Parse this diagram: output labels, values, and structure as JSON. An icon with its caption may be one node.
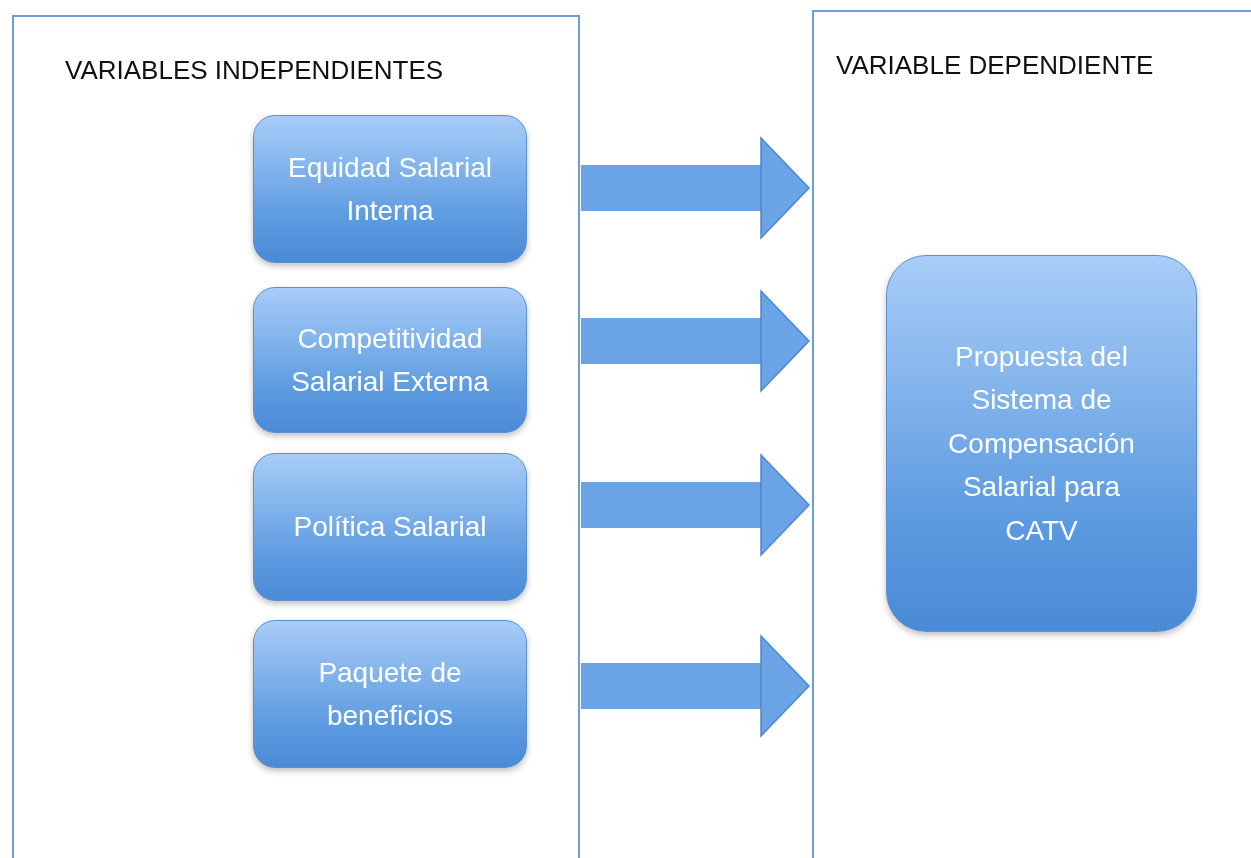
{
  "diagram": {
    "nodes": [
      {
        "text": [
          "VARIABLES INDEPENDIENTES"
        ]
      },
      {
        "text": [
          "Equidad Salarial Interna"
        ],
        "in": 0
      },
      {
        "text": [
          "Competitividad Salarial Externa"
        ],
        "in": 0
      },
      {
        "text": [
          "Política Salarial"
        ],
        "in": 0
      },
      {
        "text": [
          "Paquete de beneficios"
        ],
        "in": 0
      },
      {
        "text": [
          "VARIABLE DEPENDIENTE"
        ]
      },
      {
        "text": [
          "Propuesta del Sistema de Compensación Salarial para CATV"
        ],
        "in": 5
      }
    ],
    "edges": [
      {
        "from": 0,
        "to": 5,
        "arrow": "to"
      },
      {
        "from": 0,
        "to": 5,
        "arrow": "to"
      },
      {
        "from": 0,
        "to": 5,
        "arrow": "to"
      },
      {
        "from": 0,
        "to": 5,
        "arrow": "to"
      }
    ]
  }
}
